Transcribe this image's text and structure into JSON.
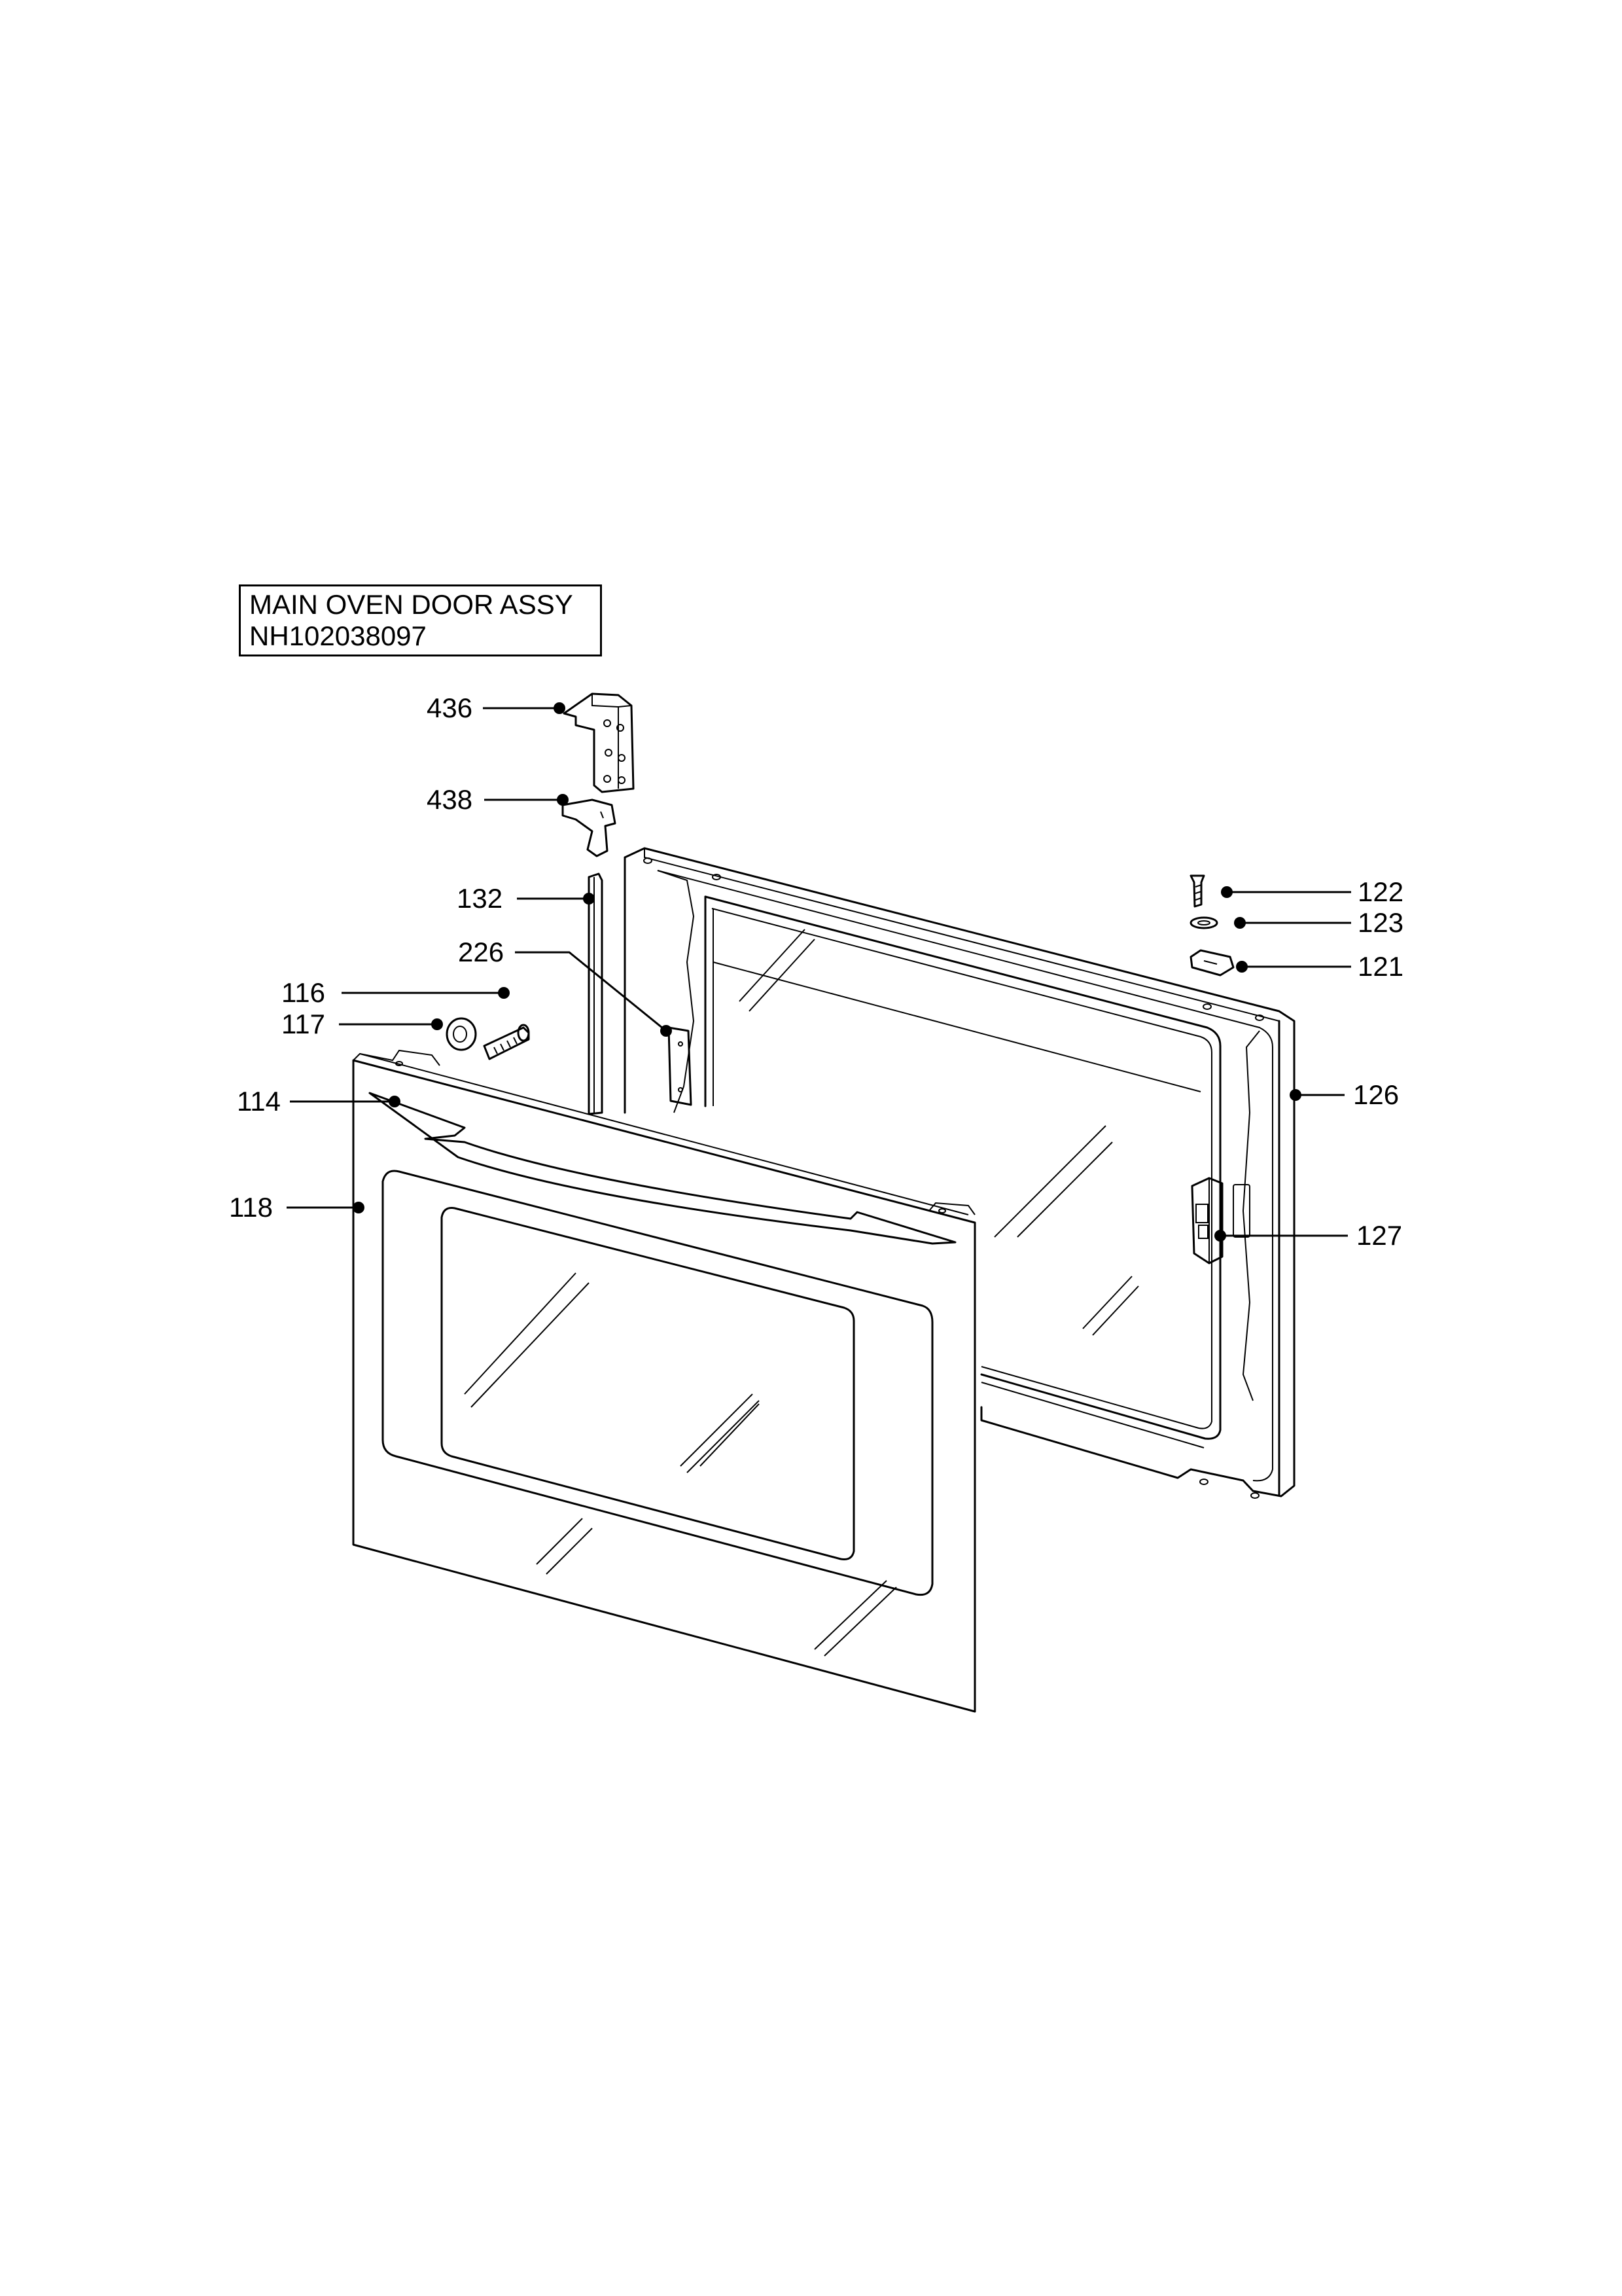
{
  "title": {
    "line1": "MAIN OVEN DOOR ASSY",
    "line2": "NH102038097"
  },
  "callouts": [
    {
      "id": "436",
      "label": "436"
    },
    {
      "id": "438",
      "label": "438"
    },
    {
      "id": "132",
      "label": "132"
    },
    {
      "id": "226",
      "label": "226"
    },
    {
      "id": "116",
      "label": "116"
    },
    {
      "id": "117",
      "label": "117"
    },
    {
      "id": "114",
      "label": "114"
    },
    {
      "id": "118",
      "label": "118"
    },
    {
      "id": "122",
      "label": "122"
    },
    {
      "id": "123",
      "label": "123"
    },
    {
      "id": "121",
      "label": "121"
    },
    {
      "id": "126",
      "label": "126"
    },
    {
      "id": "127",
      "label": "127"
    }
  ]
}
